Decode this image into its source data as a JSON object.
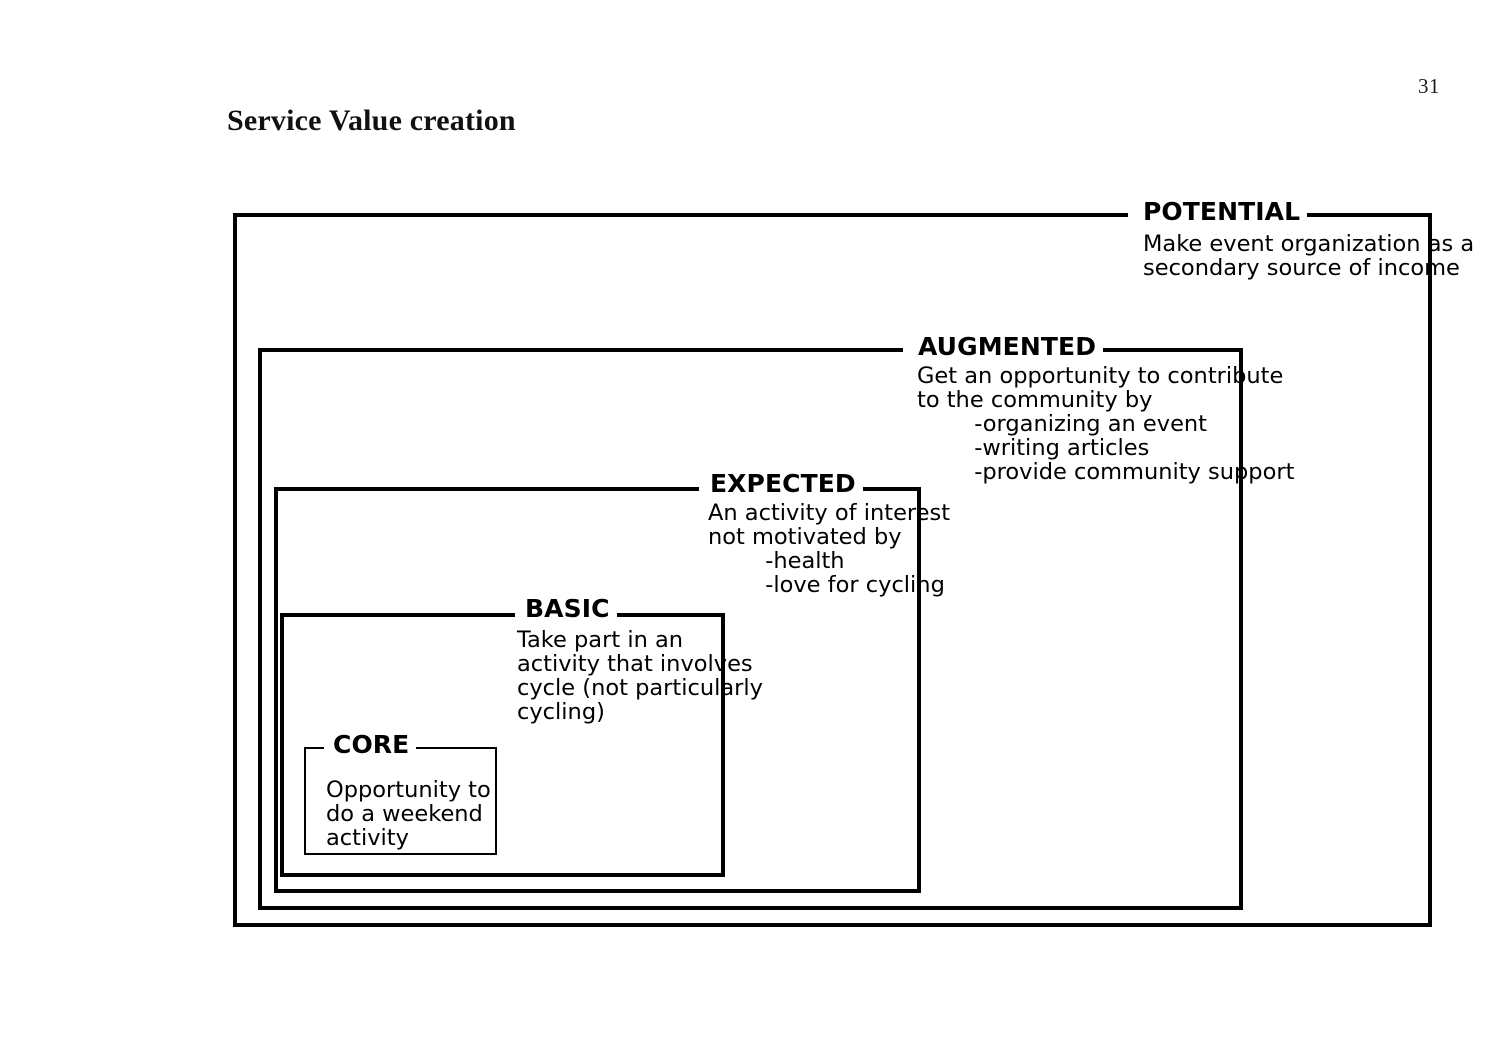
{
  "page": {
    "number": "31",
    "title": "Service Value creation"
  },
  "diagram": {
    "type": "concentric-service-value-rings",
    "rings": [
      {
        "id": "potential",
        "label": "POTENTIAL",
        "body": "Make event organization as a\nsecondary source of income"
      },
      {
        "id": "augmented",
        "label": "AUGMENTED",
        "body": "Get an opportunity to contribute\nto the community by\n        -organizing an event\n        -writing articles\n        -provide community support"
      },
      {
        "id": "expected",
        "label": "EXPECTED",
        "body": "An activity of interest\nnot motivated by\n        -health\n        -love for cycling"
      },
      {
        "id": "basic",
        "label": "BASIC",
        "body": "Take part in an\nactivity that involves\ncycle (not particularly\ncycling)"
      },
      {
        "id": "core",
        "label": "CORE",
        "body": "Opportunity to\ndo a weekend\nactivity"
      }
    ]
  }
}
